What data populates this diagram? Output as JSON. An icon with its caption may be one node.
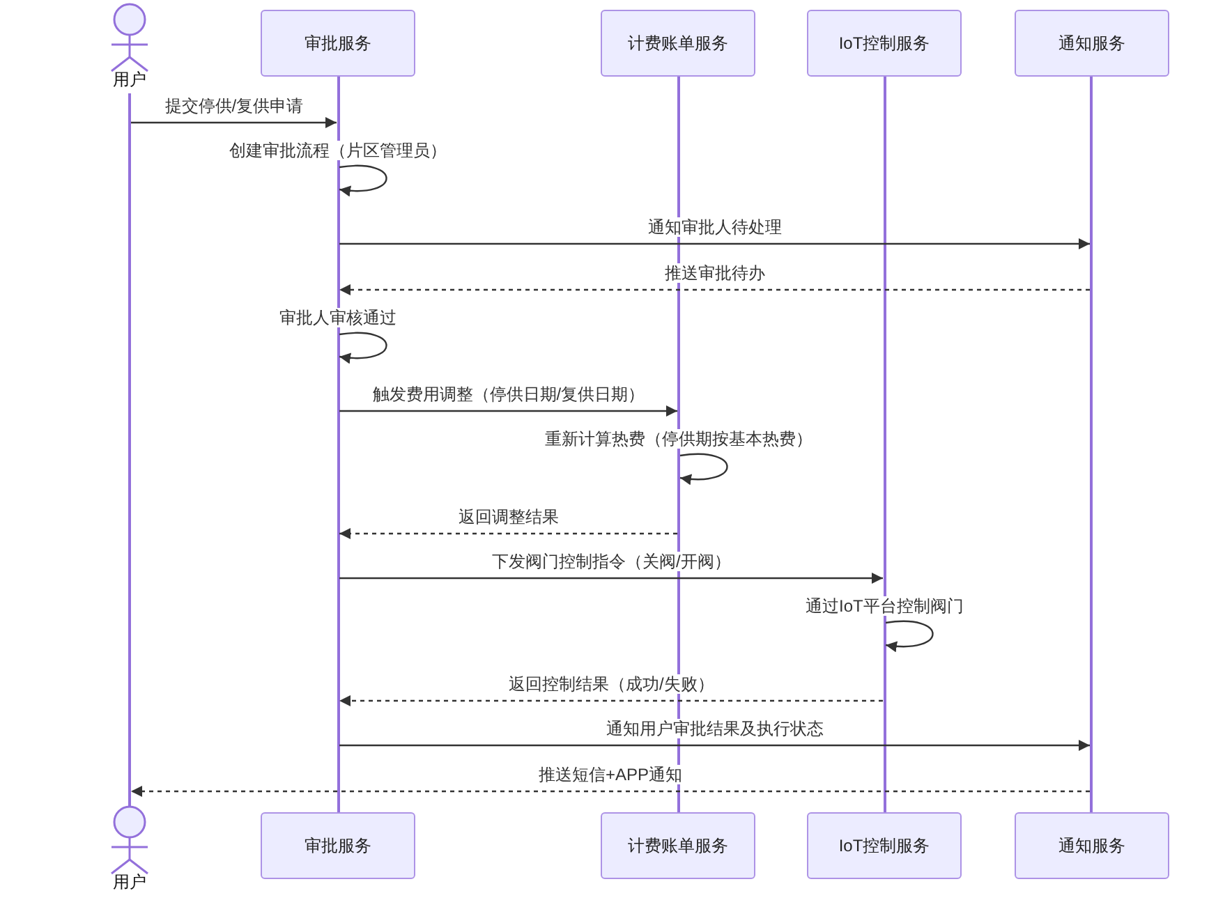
{
  "diagram": {
    "nodes": [
      {
        "text": [
          "用户"
        ]
      },
      {
        "text": [
          "审批服务"
        ]
      },
      {
        "text": [
          "计费账单服务"
        ]
      },
      {
        "text": [
          "IoT控制服务"
        ]
      },
      {
        "text": [
          "通知服务"
        ]
      },
      {
        "text": [],
        "shape": "bar"
      },
      {
        "text": [],
        "shape": "bar"
      },
      {
        "text": [],
        "shape": "bar"
      },
      {
        "text": [],
        "shape": "bar"
      },
      {
        "text": [],
        "shape": "bar"
      },
      {
        "text": [
          "用户"
        ]
      },
      {
        "text": [
          "审批服务"
        ]
      },
      {
        "text": [
          "计费账单服务"
        ]
      },
      {
        "text": [
          "IoT控制服务"
        ]
      },
      {
        "text": [
          "通知服务"
        ]
      }
    ],
    "edges": [
      {
        "from": 5,
        "to": 6,
        "label": "提交停供/复供申请",
        "arrow": "to"
      },
      {
        "from": 6,
        "to": 6,
        "label": "创建审批流程（片区管理员）",
        "arrow": "to"
      },
      {
        "from": 6,
        "to": 9,
        "label": "通知审批人待处理",
        "arrow": "to"
      },
      {
        "from": 9,
        "to": 6,
        "label": "推送审批待办",
        "arrow": "to",
        "style": "dashed"
      },
      {
        "from": 6,
        "to": 6,
        "label": "审批人审核通过",
        "arrow": "to"
      },
      {
        "from": 6,
        "to": 7,
        "label": "触发费用调整（停供日期/复供日期）",
        "arrow": "to"
      },
      {
        "from": 7,
        "to": 7,
        "label": "重新计算热费（停供期按基本热费）",
        "arrow": "to"
      },
      {
        "from": 7,
        "to": 6,
        "label": "返回调整结果",
        "arrow": "to",
        "style": "dashed"
      },
      {
        "from": 6,
        "to": 8,
        "label": "下发阀门控制指令（关阀/开阀）",
        "arrow": "to"
      },
      {
        "from": 8,
        "to": 8,
        "label": "通过IoT平台控制阀门",
        "arrow": "to"
      },
      {
        "from": 8,
        "to": 6,
        "label": "返回控制结果（成功/失败）",
        "arrow": "to",
        "style": "dashed"
      },
      {
        "from": 6,
        "to": 9,
        "label": "通知用户审批结果及执行状态",
        "arrow": "to"
      },
      {
        "from": 9,
        "to": 5,
        "label": "推送短信+APP通知",
        "arrow": "to",
        "style": "dashed"
      }
    ]
  }
}
